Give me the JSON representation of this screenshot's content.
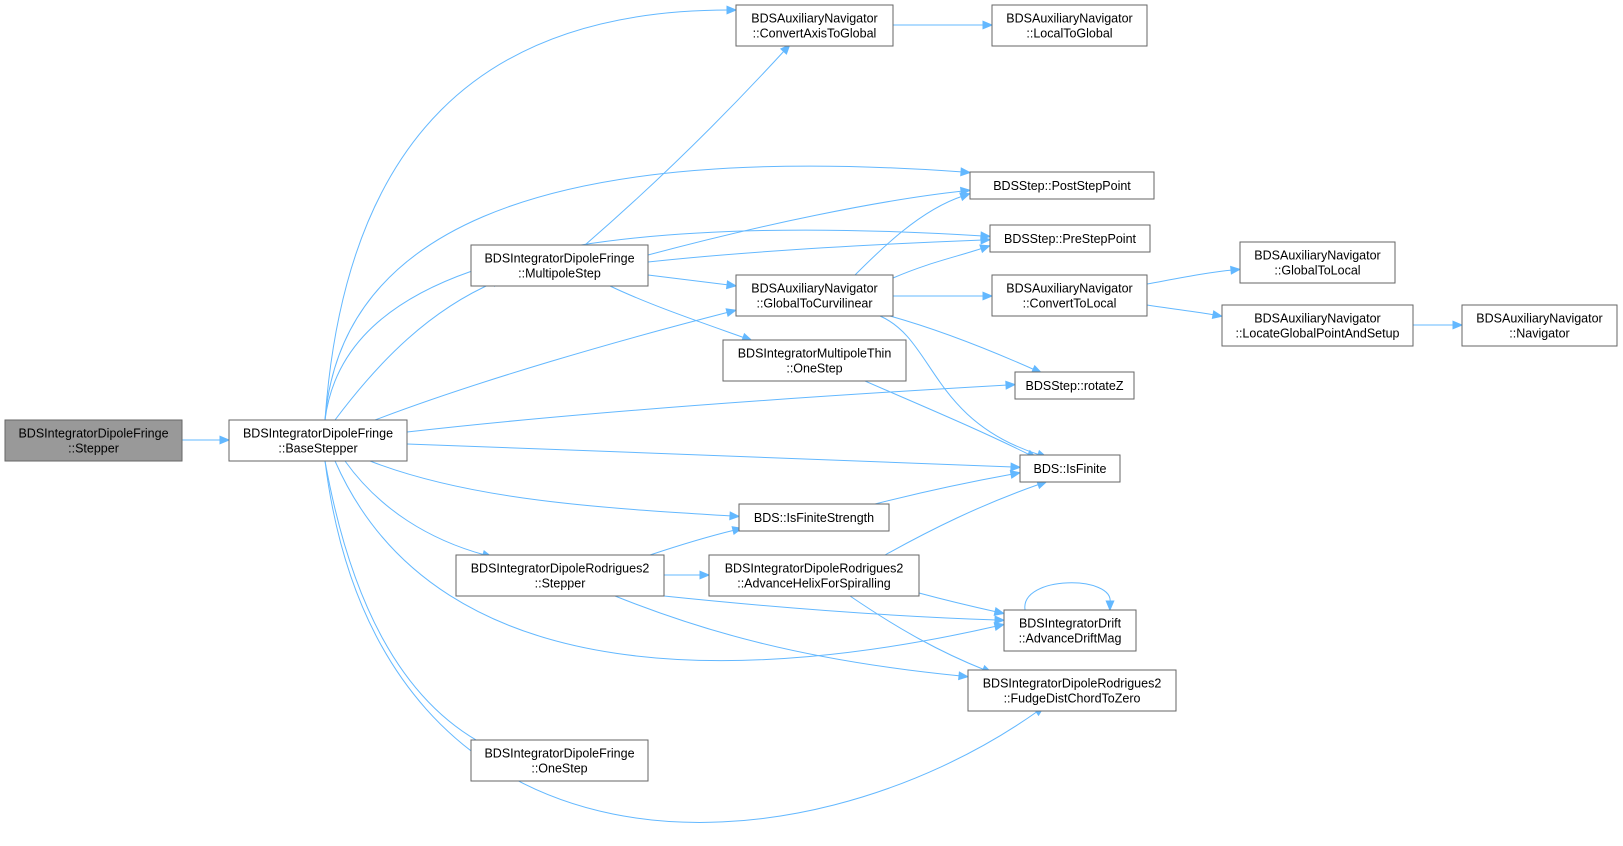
{
  "graph": {
    "colors": {
      "edge": "#63b8ff",
      "node_border": "#666666",
      "focus_fill": "#999999",
      "node_fill": "#ffffff"
    },
    "nodes": [
      {
        "id": "stepper",
        "lines": [
          "BDSIntegratorDipoleFringe",
          "::Stepper"
        ],
        "focus": true
      },
      {
        "id": "basestepper",
        "lines": [
          "BDSIntegratorDipoleFringe",
          "::BaseStepper"
        ]
      },
      {
        "id": "convertaxis",
        "lines": [
          "BDSAuxiliaryNavigator",
          "::ConvertAxisToGlobal"
        ]
      },
      {
        "id": "localtoglobal",
        "lines": [
          "BDSAuxiliaryNavigator",
          "::LocalToGlobal"
        ]
      },
      {
        "id": "poststep",
        "lines": [
          "BDSStep::PostStepPoint"
        ]
      },
      {
        "id": "prestep",
        "lines": [
          "BDSStep::PreStepPoint"
        ]
      },
      {
        "id": "multipolestep",
        "lines": [
          "BDSIntegratorDipoleFringe",
          "::MultipoleStep"
        ]
      },
      {
        "id": "globaltocurv",
        "lines": [
          "BDSAuxiliaryNavigator",
          "::GlobalToCurvilinear"
        ]
      },
      {
        "id": "converttolocal",
        "lines": [
          "BDSAuxiliaryNavigator",
          "::ConvertToLocal"
        ]
      },
      {
        "id": "globaltolocal",
        "lines": [
          "BDSAuxiliaryNavigator",
          "::GlobalToLocal"
        ]
      },
      {
        "id": "locateglobal",
        "lines": [
          "BDSAuxiliaryNavigator",
          "::LocateGlobalPointAndSetup"
        ]
      },
      {
        "id": "navigator",
        "lines": [
          "BDSAuxiliaryNavigator",
          "::Navigator"
        ]
      },
      {
        "id": "multipolethin",
        "lines": [
          "BDSIntegratorMultipoleThin",
          "::OneStep"
        ]
      },
      {
        "id": "rotatez",
        "lines": [
          "BDSStep::rotateZ"
        ]
      },
      {
        "id": "isfinite",
        "lines": [
          "BDS::IsFinite"
        ]
      },
      {
        "id": "isfinitestrength",
        "lines": [
          "BDS::IsFiniteStrength"
        ]
      },
      {
        "id": "rodstepper",
        "lines": [
          "BDSIntegratorDipoleRodrigues2",
          "::Stepper"
        ]
      },
      {
        "id": "advancehelix",
        "lines": [
          "BDSIntegratorDipoleRodrigues2",
          "::AdvanceHelixForSpiralling"
        ]
      },
      {
        "id": "advancedrift",
        "lines": [
          "BDSIntegratorDrift",
          "::AdvanceDriftMag"
        ]
      },
      {
        "id": "fudge",
        "lines": [
          "BDSIntegratorDipoleRodrigues2",
          "::FudgeDistChordToZero"
        ]
      },
      {
        "id": "onestep",
        "lines": [
          "BDSIntegratorDipoleFringe",
          "::OneStep"
        ]
      }
    ],
    "edges": [
      {
        "from": "stepper",
        "to": "basestepper"
      },
      {
        "from": "basestepper",
        "to": "convertaxis"
      },
      {
        "from": "basestepper",
        "to": "poststep"
      },
      {
        "from": "basestepper",
        "to": "prestep"
      },
      {
        "from": "basestepper",
        "to": "multipolestep"
      },
      {
        "from": "basestepper",
        "to": "globaltocurv"
      },
      {
        "from": "basestepper",
        "to": "rotatez"
      },
      {
        "from": "basestepper",
        "to": "isfinite"
      },
      {
        "from": "basestepper",
        "to": "isfinitestrength"
      },
      {
        "from": "basestepper",
        "to": "rodstepper"
      },
      {
        "from": "basestepper",
        "to": "advancedrift"
      },
      {
        "from": "basestepper",
        "to": "fudge"
      },
      {
        "from": "basestepper",
        "to": "onestep"
      },
      {
        "from": "convertaxis",
        "to": "localtoglobal"
      },
      {
        "from": "multipolestep",
        "to": "convertaxis"
      },
      {
        "from": "multipolestep",
        "to": "poststep"
      },
      {
        "from": "multipolestep",
        "to": "prestep"
      },
      {
        "from": "multipolestep",
        "to": "globaltocurv"
      },
      {
        "from": "multipolestep",
        "to": "multipolethin"
      },
      {
        "from": "globaltocurv",
        "to": "poststep"
      },
      {
        "from": "globaltocurv",
        "to": "prestep"
      },
      {
        "from": "globaltocurv",
        "to": "converttolocal"
      },
      {
        "from": "globaltocurv",
        "to": "rotatez"
      },
      {
        "from": "globaltocurv",
        "to": "isfinite"
      },
      {
        "from": "converttolocal",
        "to": "globaltolocal"
      },
      {
        "from": "converttolocal",
        "to": "locateglobal"
      },
      {
        "from": "locateglobal",
        "to": "navigator"
      },
      {
        "from": "multipolethin",
        "to": "isfinite"
      },
      {
        "from": "isfinitestrength",
        "to": "isfinite"
      },
      {
        "from": "rodstepper",
        "to": "isfinitestrength"
      },
      {
        "from": "rodstepper",
        "to": "advancehelix"
      },
      {
        "from": "rodstepper",
        "to": "advancedrift"
      },
      {
        "from": "rodstepper",
        "to": "fudge"
      },
      {
        "from": "advancehelix",
        "to": "isfinite"
      },
      {
        "from": "advancehelix",
        "to": "advancedrift"
      },
      {
        "from": "advancehelix",
        "to": "fudge"
      },
      {
        "from": "advancedrift",
        "to": "advancedrift"
      }
    ]
  }
}
